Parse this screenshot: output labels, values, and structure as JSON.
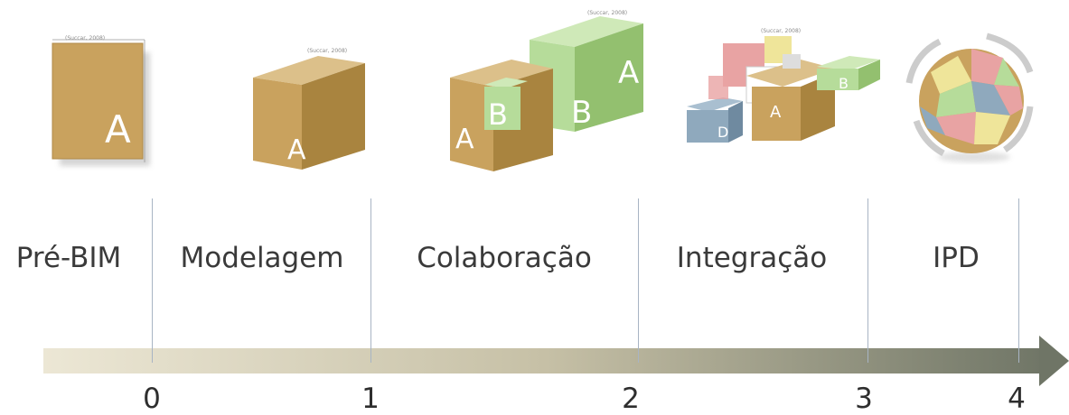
{
  "stages": [
    {
      "label": "Pré-BIM"
    },
    {
      "label": "Modelagem"
    },
    {
      "label": "Colaboração"
    },
    {
      "label": "Integração"
    },
    {
      "label": "IPD"
    }
  ],
  "ticks": [
    "0",
    "1",
    "2",
    "3",
    "4"
  ],
  "figures": {
    "cite_1": "(Succar, 2008)",
    "cite_2": "(Succar, 2008)",
    "cite_3": "(Succar, 2008)",
    "cite_4": "(Succar, 2008)",
    "letter_a": "A",
    "letter_b": "B",
    "letter_d": "D"
  },
  "colors": {
    "tan": "#c9a25e",
    "green": "#b6dc9a",
    "blue": "#8fa9bd",
    "pink": "#e8a3a3",
    "yellow": "#efe59a",
    "arrow_start": "#ece7d5",
    "arrow_end": "#6f7566"
  }
}
